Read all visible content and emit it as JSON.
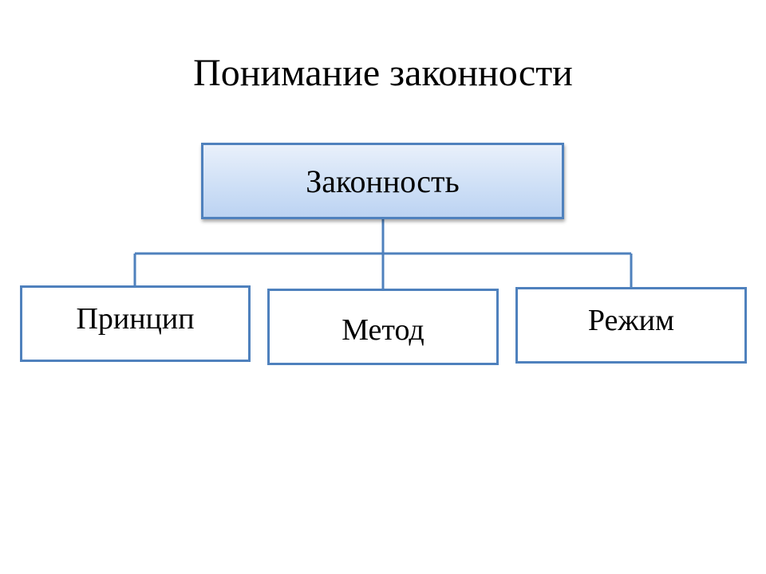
{
  "slide": {
    "title": "Понимание законности"
  },
  "diagram": {
    "root": {
      "label": "Законность"
    },
    "children": [
      {
        "label": "Принцип"
      },
      {
        "label": "Метод"
      },
      {
        "label": "Режим"
      }
    ]
  },
  "colors": {
    "box_border": "#4f81bd",
    "connector": "#4f81bd",
    "root_fill_top": "#e9f0fb",
    "root_fill_bottom": "#bcd3f2",
    "child_fill": "#ffffff",
    "text": "#000000",
    "background": "#ffffff"
  }
}
